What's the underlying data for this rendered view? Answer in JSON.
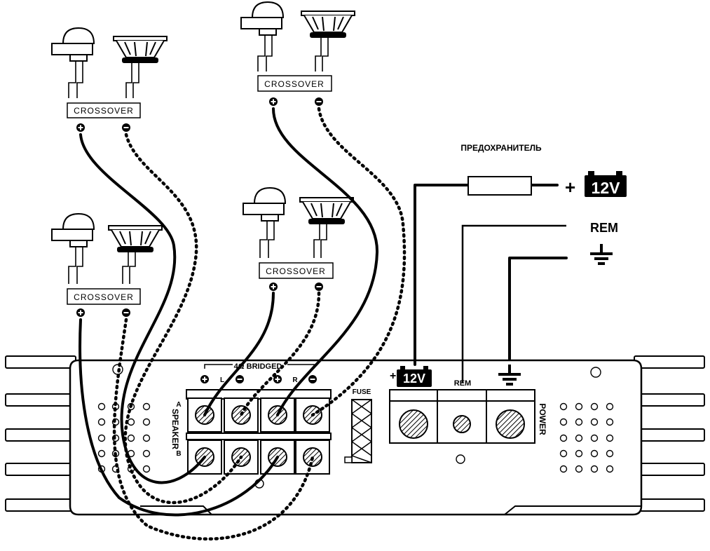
{
  "crossover_label": "CROSSOVER",
  "fuse_note": "ПРЕДОХРАНИТЕЛЬ",
  "battery_plus": "+",
  "battery_voltage": "12V",
  "rem_label": "REM",
  "amp": {
    "bridged_label": "4Ω BRIDGED",
    "channel_left": "L",
    "channel_right": "R",
    "speaker_label": "SPEAKER",
    "row_a": "A",
    "row_b": "B",
    "fuse_label": "FUSE",
    "power_label": "POWER",
    "power_plus": "+",
    "power_voltage": "12V",
    "power_rem": "REM"
  }
}
